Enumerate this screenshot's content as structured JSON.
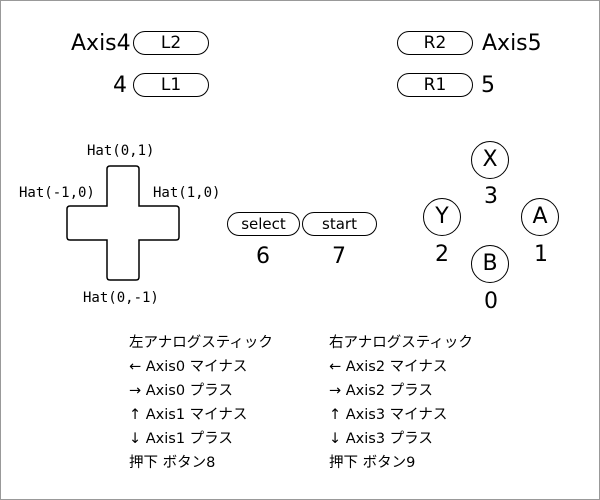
{
  "triggers": {
    "left_axis_label": "Axis4",
    "l2": "L2",
    "left_button_number": "4",
    "l1": "L1",
    "r2": "R2",
    "right_axis_label": "Axis5",
    "r1": "R1",
    "right_button_number": "5"
  },
  "dpad": {
    "up": "Hat(0,1)",
    "left": "Hat(-1,0)",
    "right": "Hat(1,0)",
    "down": "Hat(0,-1)"
  },
  "center_buttons": {
    "select_label": "select",
    "select_number": "6",
    "start_label": "start",
    "start_number": "7"
  },
  "face_buttons": {
    "x_label": "X",
    "x_number": "3",
    "y_label": "Y",
    "y_number": "2",
    "a_label": "A",
    "a_number": "1",
    "b_label": "B",
    "b_number": "0"
  },
  "left_stick": {
    "title": "左アナログスティック",
    "lines": [
      "← Axis0 マイナス",
      "→ Axis0 プラス",
      "↑ Axis1 マイナス",
      "↓ Axis1 プラス",
      "押下 ボタン8"
    ]
  },
  "right_stick": {
    "title": "右アナログスティック",
    "lines": [
      "← Axis2 マイナス",
      "→ Axis2 プラス",
      "↑ Axis3 マイナス",
      "↓ Axis3 プラス",
      "押下 ボタン9"
    ]
  }
}
